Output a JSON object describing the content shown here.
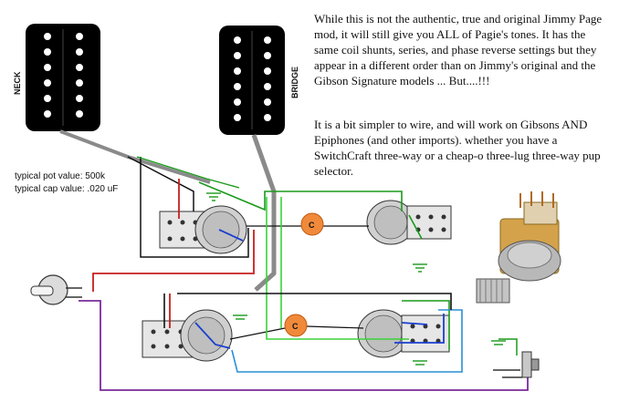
{
  "text": {
    "paragraph1": "While this is not the authentic, true and original Jimmy Page mod, it will still give you ALL of Pagie's tones. It has the same coil shunts, series, and phase reverse settings  but  they appear in a different order than on Jimmy's original and the Gibson Signature models ... But....!!!",
    "paragraph2": "It is a bit simpler to wire, and will work on Gibsons AND Epiphones (and other imports). whether you have a SwitchCraft three-way or a cheap-o three-lug three-way pup selector.",
    "pot_value": "typical pot value: 500k",
    "cap_value": "typical cap value: .020 uF"
  },
  "labels": {
    "neck": "NECK",
    "bridge": "BRIDGE",
    "cap_top": "C",
    "cap_bottom": "C"
  },
  "colors": {
    "pickup_body": "#000000",
    "pole": "#ffffff",
    "capacitor": "#f08a3a",
    "wire_green": "#1a9a1a",
    "wire_red": "#c81e1e",
    "wire_blue": "#1a3fcf",
    "wire_light_blue": "#2a8fd6",
    "wire_lime": "#3ad23a",
    "wire_purple": "#7a2a9a",
    "wire_gray": "#8a8a8a",
    "pot_body": "#c8c8c8"
  }
}
